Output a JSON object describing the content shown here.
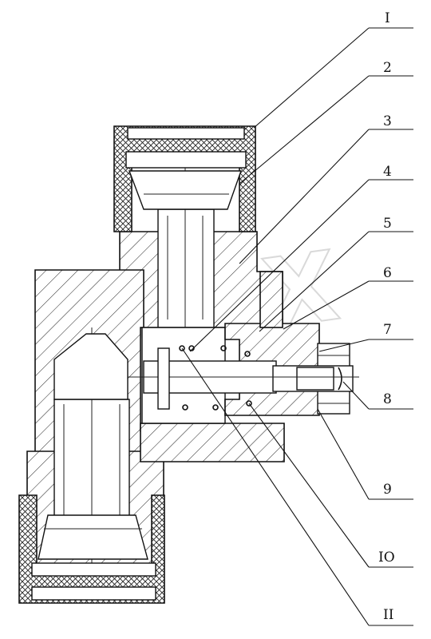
{
  "callouts": [
    {
      "id": "1",
      "text": "I"
    },
    {
      "id": "2",
      "text": "2"
    },
    {
      "id": "3",
      "text": "3"
    },
    {
      "id": "4",
      "text": "4"
    },
    {
      "id": "5",
      "text": "5"
    },
    {
      "id": "6",
      "text": "6"
    },
    {
      "id": "7",
      "text": "7"
    },
    {
      "id": "8",
      "text": "8"
    },
    {
      "id": "9",
      "text": "9"
    },
    {
      "id": "10",
      "text": "IO"
    },
    {
      "id": "11",
      "text": "II"
    }
  ],
  "watermark": "OPEX",
  "colors": {
    "line": "#111111",
    "background": "#ffffff",
    "watermark": "#bbbbbb"
  }
}
